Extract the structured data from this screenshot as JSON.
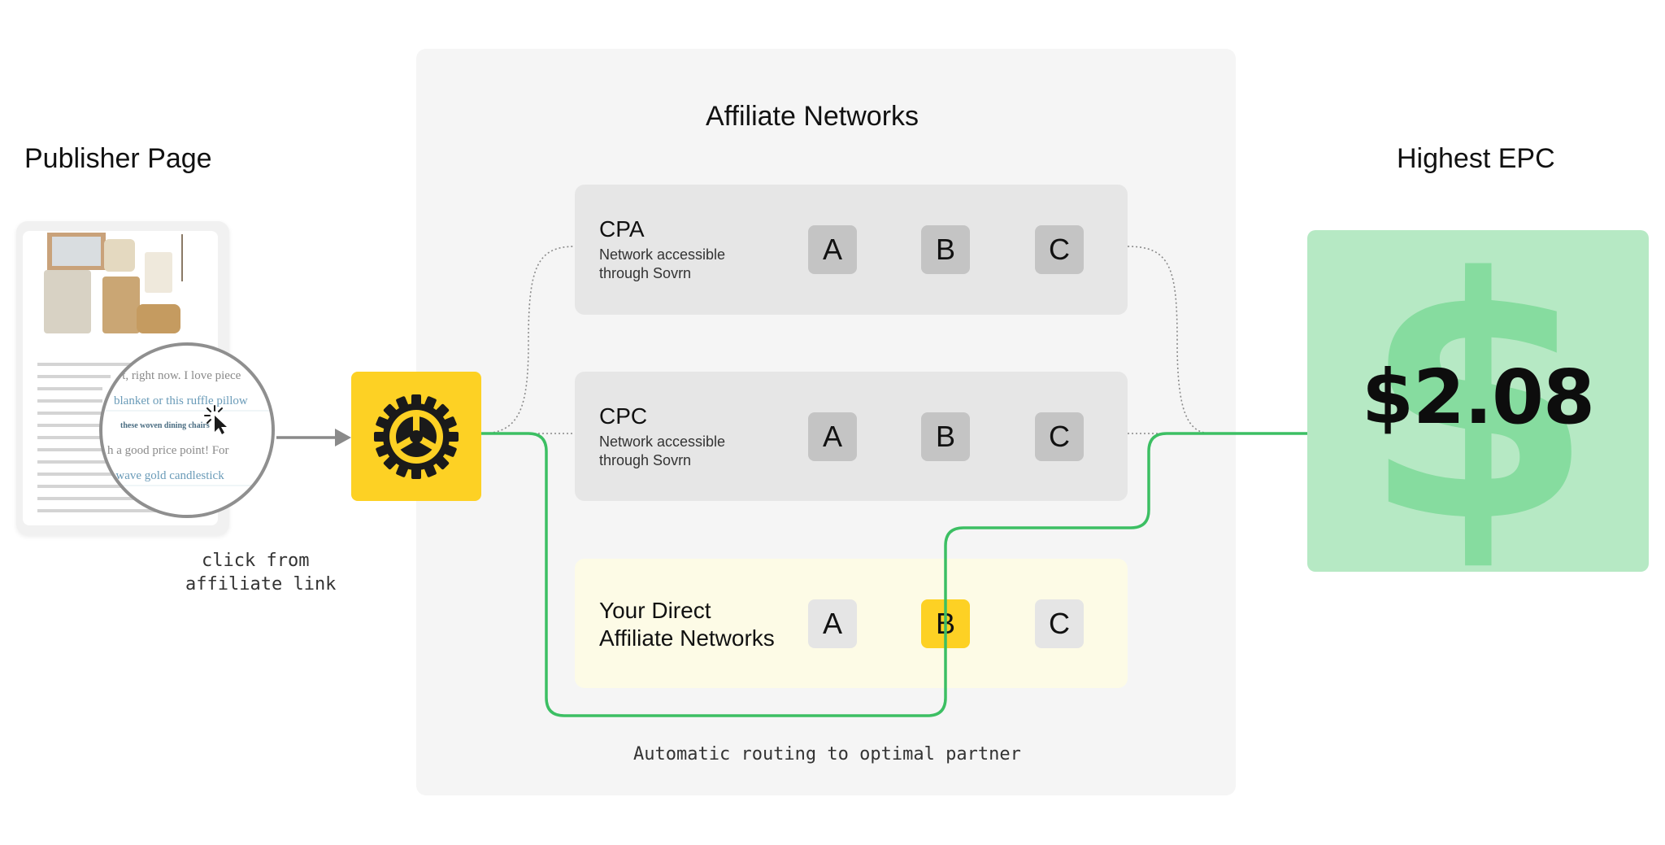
{
  "headings": {
    "publisher": "Publisher Page",
    "networks": "Affiliate Networks",
    "epc": "Highest EPC"
  },
  "publisher": {
    "click_label_line1": "click from",
    "click_label_line2": "affiliate link",
    "magnifier_lines": [
      "n't, right now. I love piece",
      "blanket or this ruffle pillow",
      "these woven dining chairs",
      "h a good price point! For",
      "e wave gold candlestick"
    ]
  },
  "groups": [
    {
      "title": "CPA",
      "subtitle_line1": "Network accessible",
      "subtitle_line2": "through Sovrn",
      "chips": [
        "A",
        "B",
        "C"
      ]
    },
    {
      "title": "CPC",
      "subtitle_line1": "Network accessible",
      "subtitle_line2": "through Sovrn",
      "chips": [
        "A",
        "B",
        "C"
      ]
    },
    {
      "title_line1": "Your Direct",
      "title_line2": "Affiliate Networks",
      "chips": [
        "A",
        "B",
        "C"
      ],
      "highlighted_chip": "B"
    }
  ],
  "routing_caption": "Automatic routing to optimal partner",
  "epc": {
    "value": "$2.08",
    "background_symbol": "$"
  },
  "colors": {
    "accent_yellow": "#fdd124",
    "route_green": "#3cbf63",
    "epc_bg": "#b6e9c4"
  },
  "icons": {
    "router": "gear-icon",
    "cursor": "pointer-click-icon"
  }
}
